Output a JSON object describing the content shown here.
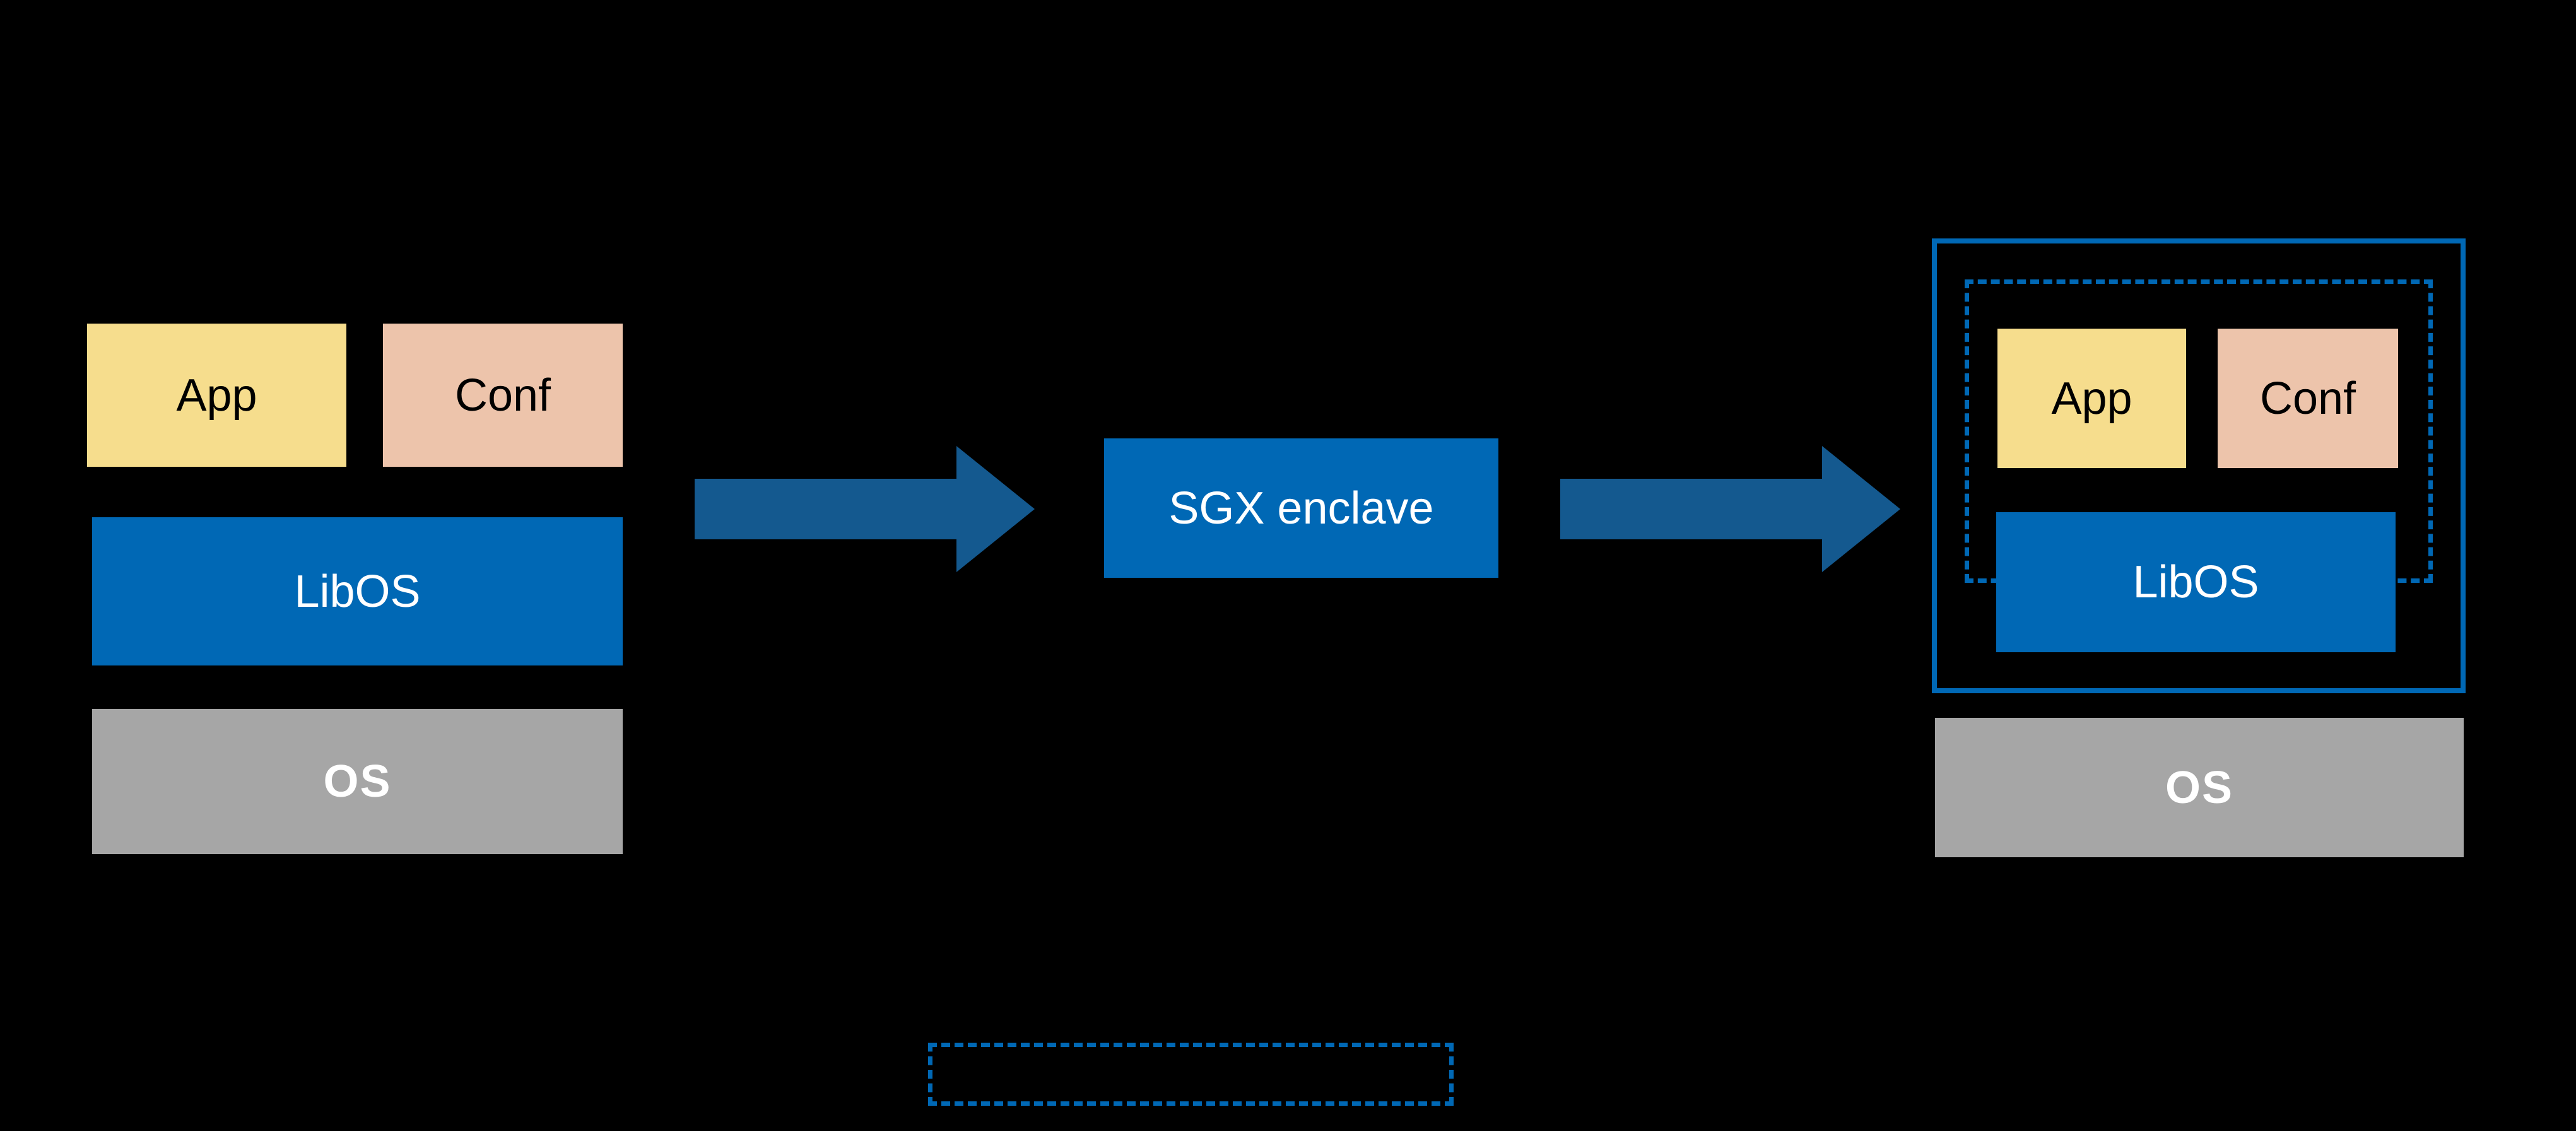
{
  "colors": {
    "background": "#000000",
    "app_box": "#f6dd8d",
    "conf_box": "#edc4ab",
    "libos_box": "#0068b5",
    "enclave_box": "#0068b5",
    "os_box": "#a6a6a6",
    "arrow": "#14598f",
    "outline_blue": "#0068b5",
    "text_dark": "#000000",
    "text_light": "#ffffff"
  },
  "left_stack": {
    "app_label": "App",
    "conf_label": "Conf",
    "libos_label": "LibOS",
    "os_label": "OS"
  },
  "center": {
    "enclave_label": "SGX enclave"
  },
  "right_stack": {
    "app_label": "App",
    "conf_label": "Conf",
    "libos_label": "LibOS",
    "os_label": "OS"
  }
}
